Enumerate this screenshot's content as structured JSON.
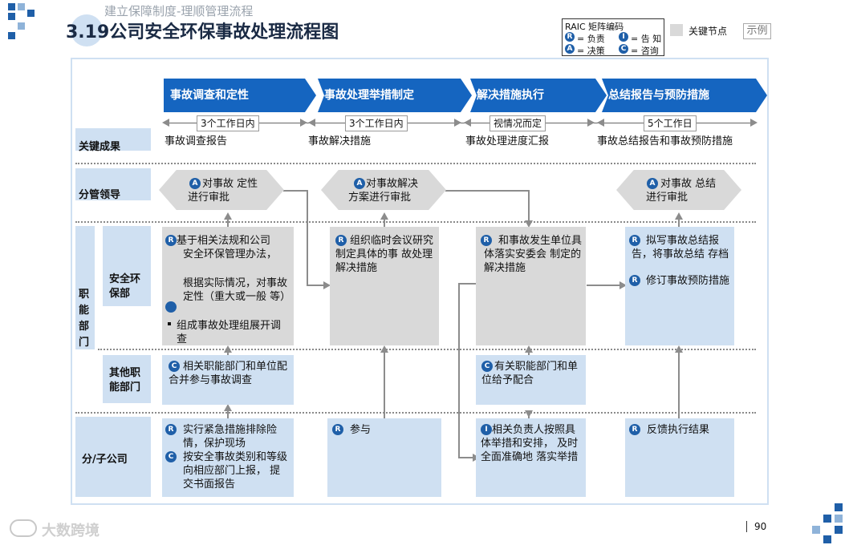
{
  "header": {
    "subtitle": "建立保障制度-理顺管理流程",
    "title": "3.19公司安全环保事故处理流程图"
  },
  "raci": {
    "title": "RAIC 矩阵编码",
    "r_badge": "R",
    "r_label": "= 负责",
    "i_badge": "I",
    "i_label": "= 告 知",
    "a_badge": "A",
    "a_label": "= 决策",
    "c_badge": "C",
    "c_label": "= 咨询"
  },
  "legend": {
    "key_node": "关键节点",
    "example": "示例"
  },
  "phases": [
    {
      "label": "事故调查和定性",
      "duration": "3个工作日内",
      "result": "事故调查报告"
    },
    {
      "label": "事故处理举措制定",
      "duration": "3个工作日内",
      "result": "事故解决措施"
    },
    {
      "label": "解决措施执行",
      "duration": "视情况而定",
      "result": "事故处理进度汇报"
    },
    {
      "label": "总结报告与预防措施",
      "duration": "5个工作日",
      "result": "事故总结报告和事故预防措施"
    }
  ],
  "rows": {
    "key_result": "关键成果",
    "leader": "分管领导",
    "functional": "职能部门",
    "safety": "安全环保部",
    "other": "其他职能部门",
    "subsidiary": "分/子公司"
  },
  "cells": {
    "leader_1": {
      "badge": "A",
      "text": "对事故 定性进行审批"
    },
    "leader_2": {
      "badge": "A",
      "text": "对事故解决方案进行审批"
    },
    "leader_4": {
      "badge": "A",
      "text": "对事故 总结进行审批"
    },
    "safety_1": {
      "badge": "R",
      "line1": "基于相关法规和公司",
      "line2": "安全环保管理办法，",
      "line3": "根据实际情况，对事故定性（重大或一般 等）",
      "line4": "组成事故处理组展开调查"
    },
    "safety_2": {
      "badge": "R",
      "text": "组织临时会议研究制定具体的事 故处理解决措施"
    },
    "safety_3": {
      "badge": "R",
      "text": "和事故发生单位具体落实安委会 制定的解决措施"
    },
    "safety_4": {
      "badge1": "R",
      "text1": "拟写事故总结报告，将事故总结 存档",
      "badge2": "R",
      "text2": "修订事故预防措施"
    },
    "other_1": {
      "badge": "C",
      "text": "相关职能部门和单位配合并参与事故调查"
    },
    "other_3": {
      "badge": "C",
      "text": "有关职能部门和单位给予配合"
    },
    "sub_1": {
      "badge1": "R",
      "text1": "实行紧急措施排除险 情，保护现场",
      "badge2": "C",
      "text2": "按安全事故类别和等级向相应部门上报， 提交书面报告"
    },
    "sub_2": {
      "badge": "R",
      "text": "参与"
    },
    "sub_3": {
      "badge": "I",
      "text": "相关负责人按照具体举措和安排， 及时全面准确地 落实举措"
    },
    "sub_4": {
      "badge": "R",
      "text": "反馈执行结果"
    }
  },
  "footer": {
    "page": "90",
    "watermark": "大数跨境"
  }
}
